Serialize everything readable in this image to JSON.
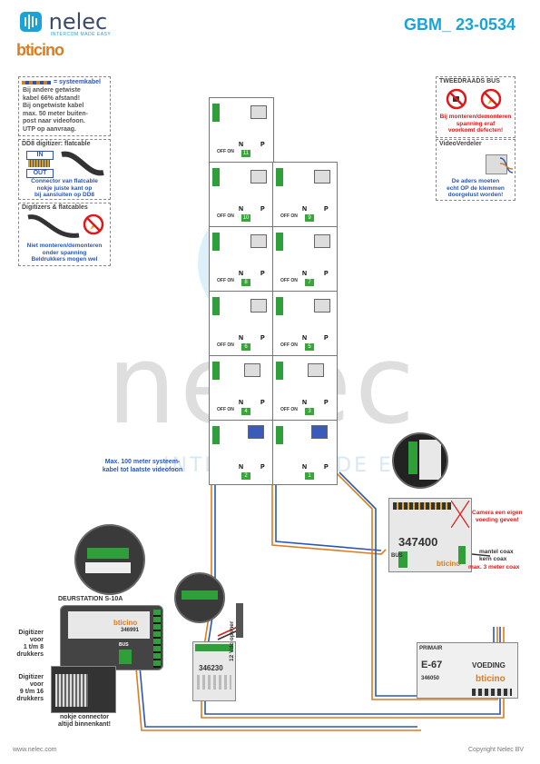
{
  "header": {
    "title": "GBM_ 23-0534",
    "logo_nelec": "nelec",
    "logo_tagline": "INTERCOM MADE EASY",
    "logo_bticino": "bticino"
  },
  "notes": {
    "systeemkabel": {
      "title": "= systeemkabel",
      "lines": [
        "Bij andere getwiste",
        "kabel 66% afstand!",
        "Bij ongetwiste kabel",
        "max. 50 meter buiten-",
        "post naar videofoon.",
        "UTP op aanvraag."
      ]
    },
    "dd8": {
      "title": "DD8 digitizer: flatcable",
      "in": "IN",
      "out": "OUT",
      "lines": [
        "Connector van flatcable",
        "nokje juiste kant op",
        "bij aansluiten op DD8"
      ]
    },
    "digitizers": {
      "title": "Digitizers & flatcables",
      "lines": [
        "Niet monteren/demonteren",
        "onder spanning",
        "Beldrukkers mogen wel"
      ]
    },
    "tweedraads": {
      "title": "TWEEDRAADS BUS",
      "lines": [
        "Bij monteren/demonteren",
        "spanning eraf",
        "voorkomt defecten!"
      ]
    },
    "videoverdeler": {
      "title": "VideoVerdeler",
      "lines": [
        "De aders moeten",
        "echt OP de klemmen",
        "doorgelust worden!"
      ]
    }
  },
  "cell_labels": {
    "n": "N",
    "p": "P",
    "off_on": "OFF ON"
  },
  "apartments": [
    "11",
    "10",
    "9",
    "8",
    "7",
    "6",
    "5",
    "4",
    "3",
    "2",
    "1"
  ],
  "callouts": {
    "max100": [
      "Max. 100 meter systeem-",
      "kabel tot laatste videofoon"
    ],
    "camera": [
      "Camera een eigen",
      "voeding geven!"
    ],
    "mantel": "mantel coax",
    "kern": "kern coax",
    "max3": "max. 3 meter coax",
    "vdc": "12 Vdc opener",
    "digitizer1": [
      "Digitizer",
      "voor",
      "1 t/m 8",
      "drukkers"
    ],
    "digitizer2": [
      "Digitizer",
      "voor",
      "9 t/m 16",
      "drukkers"
    ],
    "nokje": [
      "nokje connector",
      "altijd binnenkant!"
    ]
  },
  "devices": {
    "module347400": "347400",
    "module346230": "346230",
    "doorstation_title": "DEURSTATION S-10A",
    "doorstation_code": "346991",
    "power_model": "E-67",
    "power_label": "VOEDING",
    "power_code": "346050",
    "power_primair": "PRIMAIR",
    "bticino": "bticino",
    "bus": "BUS"
  },
  "footer": {
    "left": "www.nelec.com",
    "right": "Copyright Nelec BV"
  },
  "colors": {
    "accent": "#1aa3d9",
    "brand_orange": "#e07b1a",
    "note_blue": "#2b56b8",
    "warn_red": "#e01818",
    "terminal_green": "#2f9f3a"
  }
}
